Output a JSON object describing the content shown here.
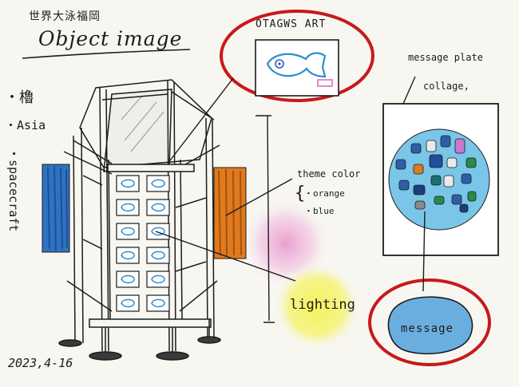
{
  "header": {
    "kanji_title": "世界大泳福岡",
    "title": "Object image"
  },
  "left_notes": {
    "bullet_1": "・櫓",
    "bullet_2": "・Asia",
    "bullet_3": "・spacecraft"
  },
  "date": "2023,4-16",
  "artwork": {
    "label": "OTAGWS ART"
  },
  "plate": {
    "label_line_1": "message plate",
    "label_line_2": "collage,",
    "bubble_label": "message"
  },
  "theme": {
    "label": "theme color",
    "brace": "{",
    "color_1": "・orange",
    "color_2": "・blue"
  },
  "lighting": {
    "label": "lighting"
  },
  "colors": {
    "ink": "#1c1c1c",
    "red_circle": "#c8191b",
    "blue_panel": "#2f73c0",
    "orange_panel": "#e07a1e",
    "sky_blue": "#79c6e8",
    "message_blue": "#6aaee0",
    "pink_light": "#e88fc8",
    "yellow_light": "#f4f25a"
  }
}
